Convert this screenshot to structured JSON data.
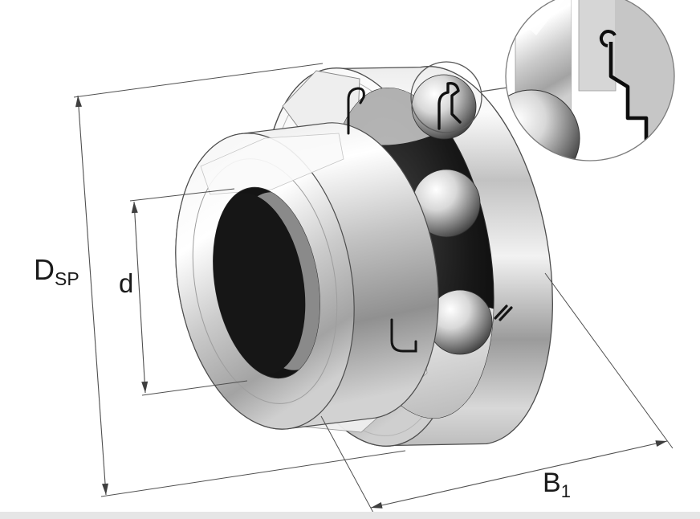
{
  "figure": {
    "background": "#ffffff",
    "kind": "shaded technical illustration of a radial insert ball bearing with extended inner ring, three visible balls, flinger seals, and a magnified circular seal-detail callout"
  },
  "dimension_labels": {
    "outer_sphere_diameter": {
      "main": "D",
      "sub": "SP"
    },
    "bore_diameter": {
      "main": "d",
      "sub": ""
    },
    "width": {
      "main": "B",
      "sub": "1"
    }
  },
  "colors": {
    "outline": "#4d4d4d",
    "dimension_lines": "#4f4f4f",
    "arrowheads": "#3f3f3f",
    "label_text": "#1a1a1a",
    "seal_dark": "#161616",
    "metal_mid": "#c9c9c9",
    "page_edge": "#e6e6e6"
  }
}
